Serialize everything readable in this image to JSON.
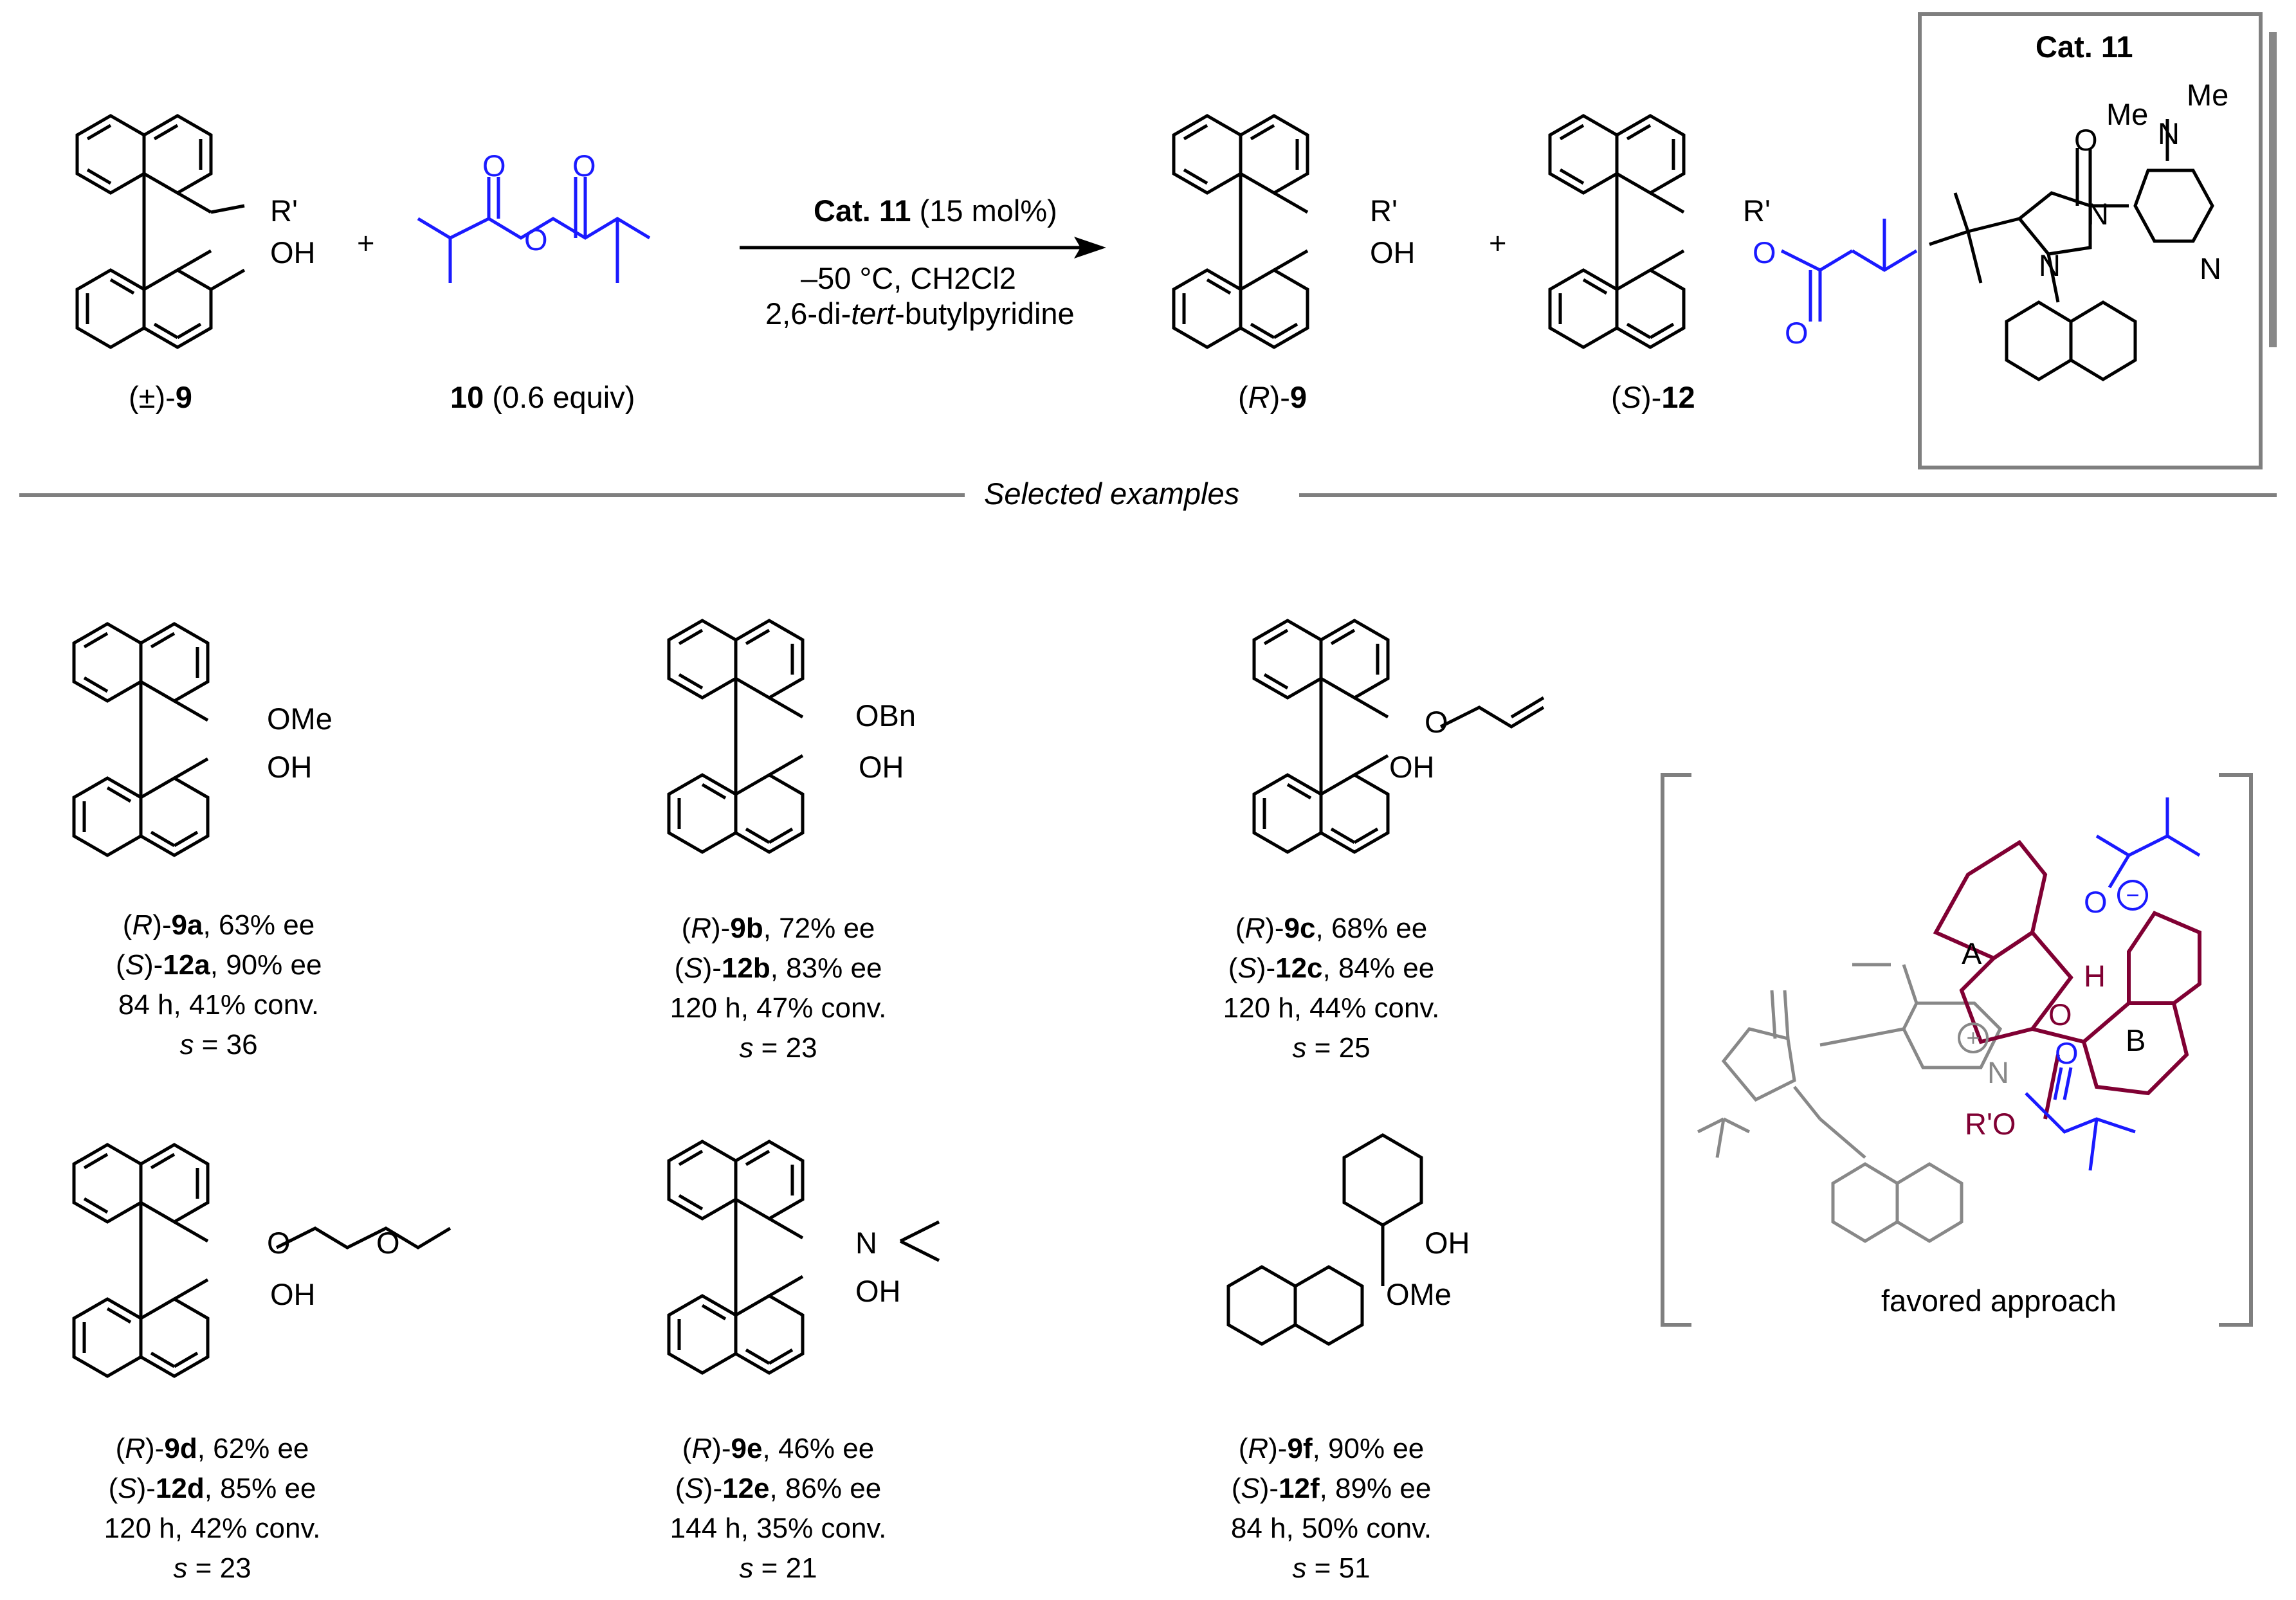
{
  "reaction": {
    "racemate_label": {
      "pre": "(±)-",
      "bold": "9"
    },
    "reagent_label": {
      "bold": "10",
      "post": " (0.6 equiv)"
    },
    "conditions": {
      "line1_bold": "Cat. 11",
      "line1_rest": " (15 mol%)",
      "line2": "–50 °C, CH2Cl2",
      "line3_pre": "2,6-di-",
      "line3_italic": "tert",
      "line3_post": "-butylpyridine"
    },
    "plus": "+",
    "product1_label": {
      "pre": "(",
      "ital": "R",
      "mid": ")-",
      "bold": "9"
    },
    "product2_label": {
      "pre": "(",
      "ital": "S",
      "mid": ")-",
      "bold": "12"
    },
    "atom_labels": {
      "r_prime": "R'",
      "oh": "OH",
      "o": "O"
    }
  },
  "catalyst_box": {
    "title": "Cat. 11",
    "labels": {
      "me1": "Me",
      "me2": "Me",
      "n_dma": "N",
      "o": "O",
      "n1": "N",
      "n2": "N",
      "n_py": "N"
    }
  },
  "section_divider": "Selected examples",
  "examples": [
    {
      "id": "9a",
      "sub": "OMe",
      "line1": {
        "p": "(",
        "i": "R",
        "m": ")-",
        "b": "9a",
        "r": ",  63% ee"
      },
      "line2": {
        "p": "(",
        "i": "S",
        "m": ")-",
        "b": "12a",
        "r": ", 90% ee"
      },
      "line3": "84 h, 41% conv.",
      "line4": {
        "i": "s",
        "r": " = 36"
      }
    },
    {
      "id": "9b",
      "sub": "OBn",
      "line1": {
        "p": "(",
        "i": "R",
        "m": ")-",
        "b": "9b",
        "r": ",  72% ee"
      },
      "line2": {
        "p": "(",
        "i": "S",
        "m": ")-",
        "b": "12b",
        "r": ", 83% ee"
      },
      "line3": "120 h, 47% conv.",
      "line4": {
        "i": "s",
        "r": " = 23"
      }
    },
    {
      "id": "9c",
      "sub": "O",
      "line1": {
        "p": "(",
        "i": "R",
        "m": ")-",
        "b": "9c",
        "r": ",  68% ee"
      },
      "line2": {
        "p": "(",
        "i": "S",
        "m": ")-",
        "b": "12c",
        "r": ", 84% ee"
      },
      "line3": "120 h, 44% conv.",
      "line4": {
        "i": "s",
        "r": " = 25"
      }
    },
    {
      "id": "9d",
      "sub": "O",
      "line1": {
        "p": "(",
        "i": "R",
        "m": ")-",
        "b": "9d",
        "r": ",  62% ee"
      },
      "line2": {
        "p": "(",
        "i": "S",
        "m": ")-",
        "b": "12d",
        "r": ", 85% ee"
      },
      "line3": "120 h, 42% conv.",
      "line4": {
        "i": "s",
        "r": " = 23"
      }
    },
    {
      "id": "9e",
      "sub": "N",
      "line1": {
        "p": "(",
        "i": "R",
        "m": ")-",
        "b": "9e",
        "r": ",  46% ee"
      },
      "line2": {
        "p": "(",
        "i": "S",
        "m": ")-",
        "b": "12e",
        "r": ", 86% ee"
      },
      "line3": "144 h, 35% conv.",
      "line4": {
        "i": "s",
        "r": " = 21"
      }
    },
    {
      "id": "9f",
      "sub": "OMe",
      "line1": {
        "p": "(",
        "i": "R",
        "m": ")-",
        "b": "9f",
        "r": ", 90% ee"
      },
      "line2": {
        "p": "(",
        "i": "S",
        "m": ")-",
        "b": "12f",
        "r": ", 89% ee"
      },
      "line3": "84 h, 50% conv.",
      "line4": {
        "i": "s",
        "r": " = 51"
      }
    }
  ],
  "ts_model": {
    "caption": "favored approach",
    "labels": {
      "ring_a": "A",
      "ring_b": "B",
      "h": "H",
      "o_minus": "O",
      "o": "O",
      "n": "N",
      "r_prime_o": "R'O",
      "carbonyl_o": "O"
    }
  },
  "colors": {
    "black": "#000000",
    "reagent_blue": "#1a1aff",
    "ts_maroon": "#800033",
    "ts_gray": "#888888",
    "frame_gray": "#7f7f7f"
  }
}
